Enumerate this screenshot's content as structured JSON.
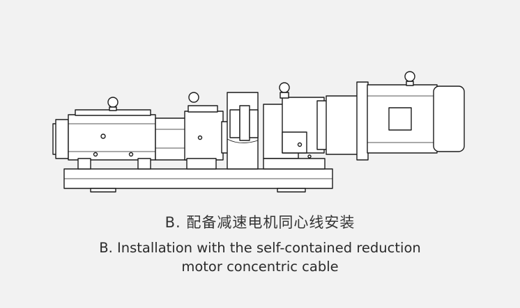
{
  "caption": {
    "zh": "B. 配备减速电机同心线安装",
    "en_line1": "B. Installation with the self-contained reduction",
    "en_line2": "motor concentric cable"
  }
}
